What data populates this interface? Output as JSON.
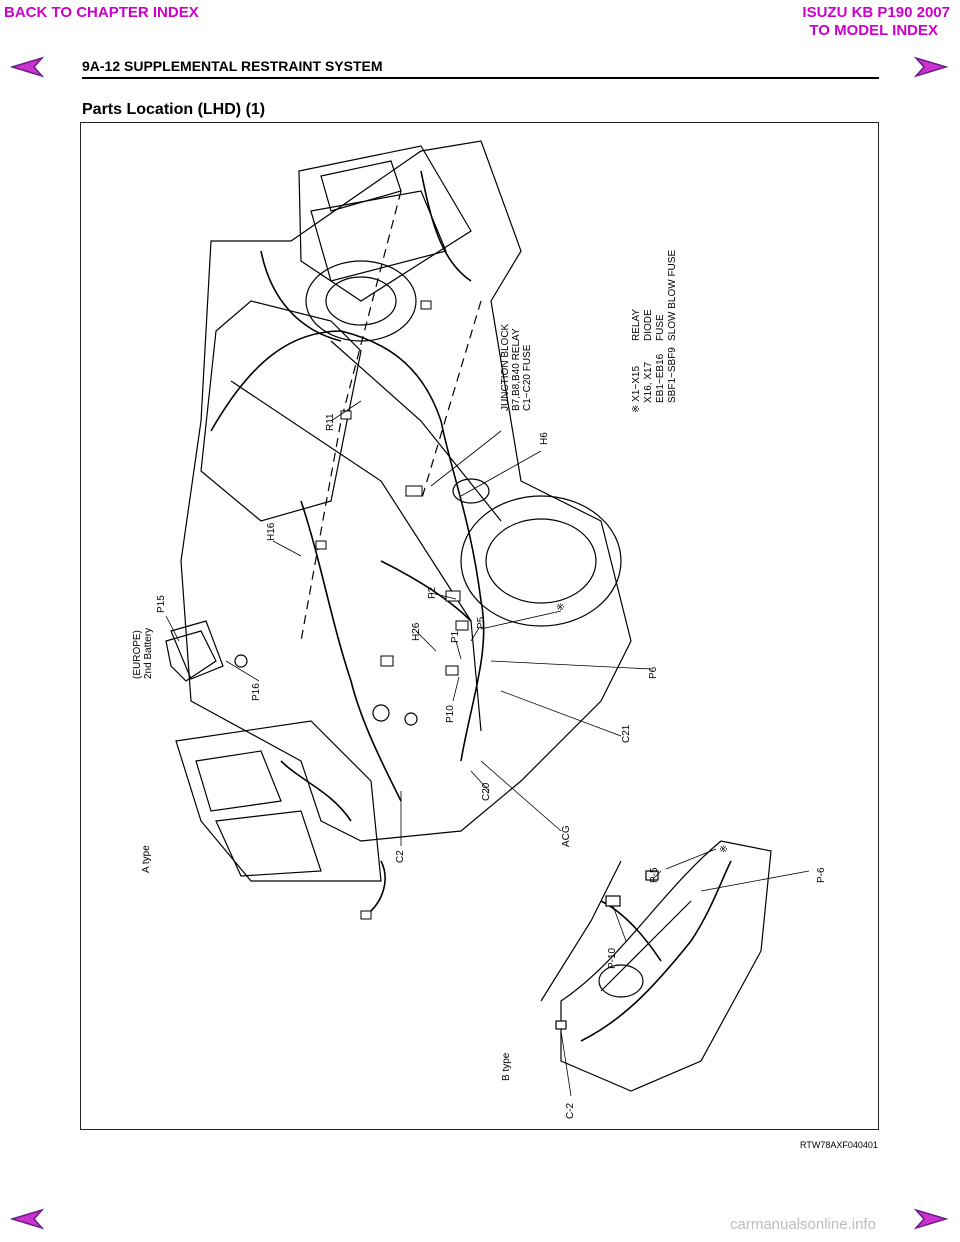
{
  "nav": {
    "back_to_chapter": "BACK TO CHAPTER INDEX",
    "manual_title": "ISUZU KB P190 2007",
    "to_model_index": "TO MODEL INDEX",
    "link_color": "#cc00cc",
    "arrow_icon": "left-right-arrow-icon"
  },
  "header": {
    "title": "9A-12  SUPPLEMENTAL RESTRAINT SYSTEM"
  },
  "section": {
    "title": "Parts Location (LHD) (1)"
  },
  "figure": {
    "code": "RTW78AXF040401",
    "labels": {
      "junction_block": "JUNCTION BLOCK",
      "relay_line": "B7,B8,B40 RELAY",
      "fuse_line": "C1~C20 FUSE",
      "h6": "H6",
      "r11": "R11",
      "h16": "H16",
      "p15": "P15",
      "europe": "(EUROPE)",
      "battery": "2nd Battery",
      "p16": "P16",
      "p2": "P2",
      "h26": "H26",
      "p1": "P1",
      "p5": "P5",
      "p6": "P6",
      "p10": "P10",
      "c21": "C21",
      "c20": "C20",
      "acg": "ACG",
      "c2": "C2",
      "a_type": "A type",
      "b_type": "B type",
      "p_10": "P-10",
      "p_5": "P-5",
      "p_6": "P-6",
      "c_2": "C-2",
      "ref_mark": "※",
      "legend_x1": "※ X1~X15",
      "legend_x16": "X16, X17",
      "legend_eb": "EB1~EB16",
      "legend_sbf": "SBF1~SBF9",
      "legend_relay": "RELAY",
      "legend_diode": "DIODE",
      "legend_fuse": "FUSE",
      "legend_sbf_desc": "SLOW BLOW FUSE"
    }
  },
  "watermark": "carmanualsonline.info"
}
